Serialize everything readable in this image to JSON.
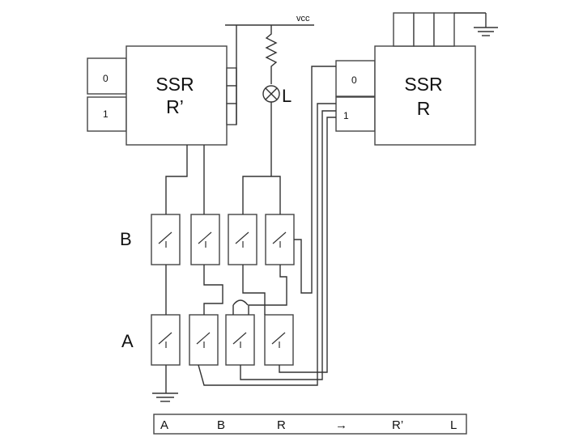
{
  "vcc": "vcc",
  "ssr_left": {
    "title": "SSR",
    "sub": "R’",
    "in0": "0",
    "in1": "1"
  },
  "ssr_right": {
    "title": "SSR",
    "sub": "R",
    "in0": "0",
    "in1": "1"
  },
  "lamp": {
    "label": "L"
  },
  "rows": {
    "b": "B",
    "a": "A"
  },
  "truth_table": {
    "a": "A",
    "b": "B",
    "r": "R",
    "arrow": "→",
    "rp": "R’",
    "l": "L"
  }
}
